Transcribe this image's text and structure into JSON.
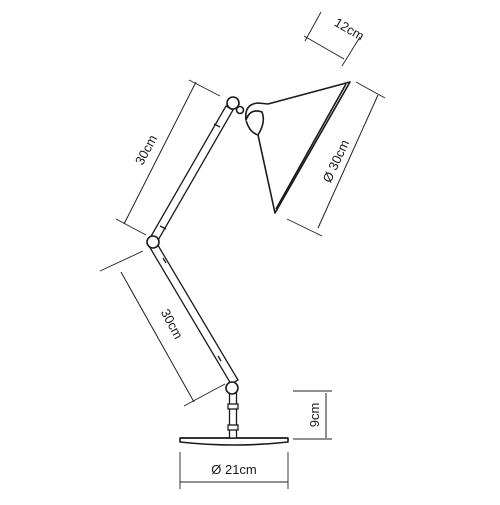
{
  "dimensions": {
    "shade_depth": "12cm",
    "upper_arm": "30cm",
    "shade_diameter": "Ø 30cm",
    "lower_arm": "30cm",
    "base_height": "9cm",
    "base_diameter": "Ø 21cm"
  }
}
